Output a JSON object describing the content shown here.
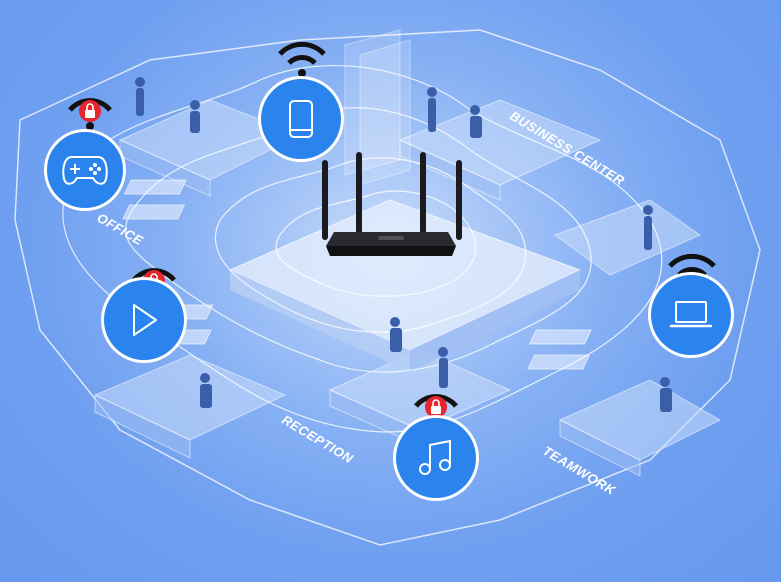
{
  "zones": {
    "business_center": "BUSINESS CENTER",
    "office": "OFFICE",
    "reception": "RECEPTION",
    "teamwork": "TEAMWORK"
  },
  "devices": [
    {
      "id": "gamepad",
      "icon": "gamepad-icon",
      "secured": true
    },
    {
      "id": "phone",
      "icon": "phone-icon",
      "secured": false
    },
    {
      "id": "video",
      "icon": "play-icon",
      "secured": true
    },
    {
      "id": "music",
      "icon": "music-note-icon",
      "secured": true
    },
    {
      "id": "laptop",
      "icon": "laptop-icon",
      "secured": false
    }
  ],
  "colors": {
    "background": "#6b9ef0",
    "device_circle": "#2b84ee",
    "lock_badge": "#e5262e",
    "signal": "#111111",
    "router": "#1b1b1f"
  }
}
